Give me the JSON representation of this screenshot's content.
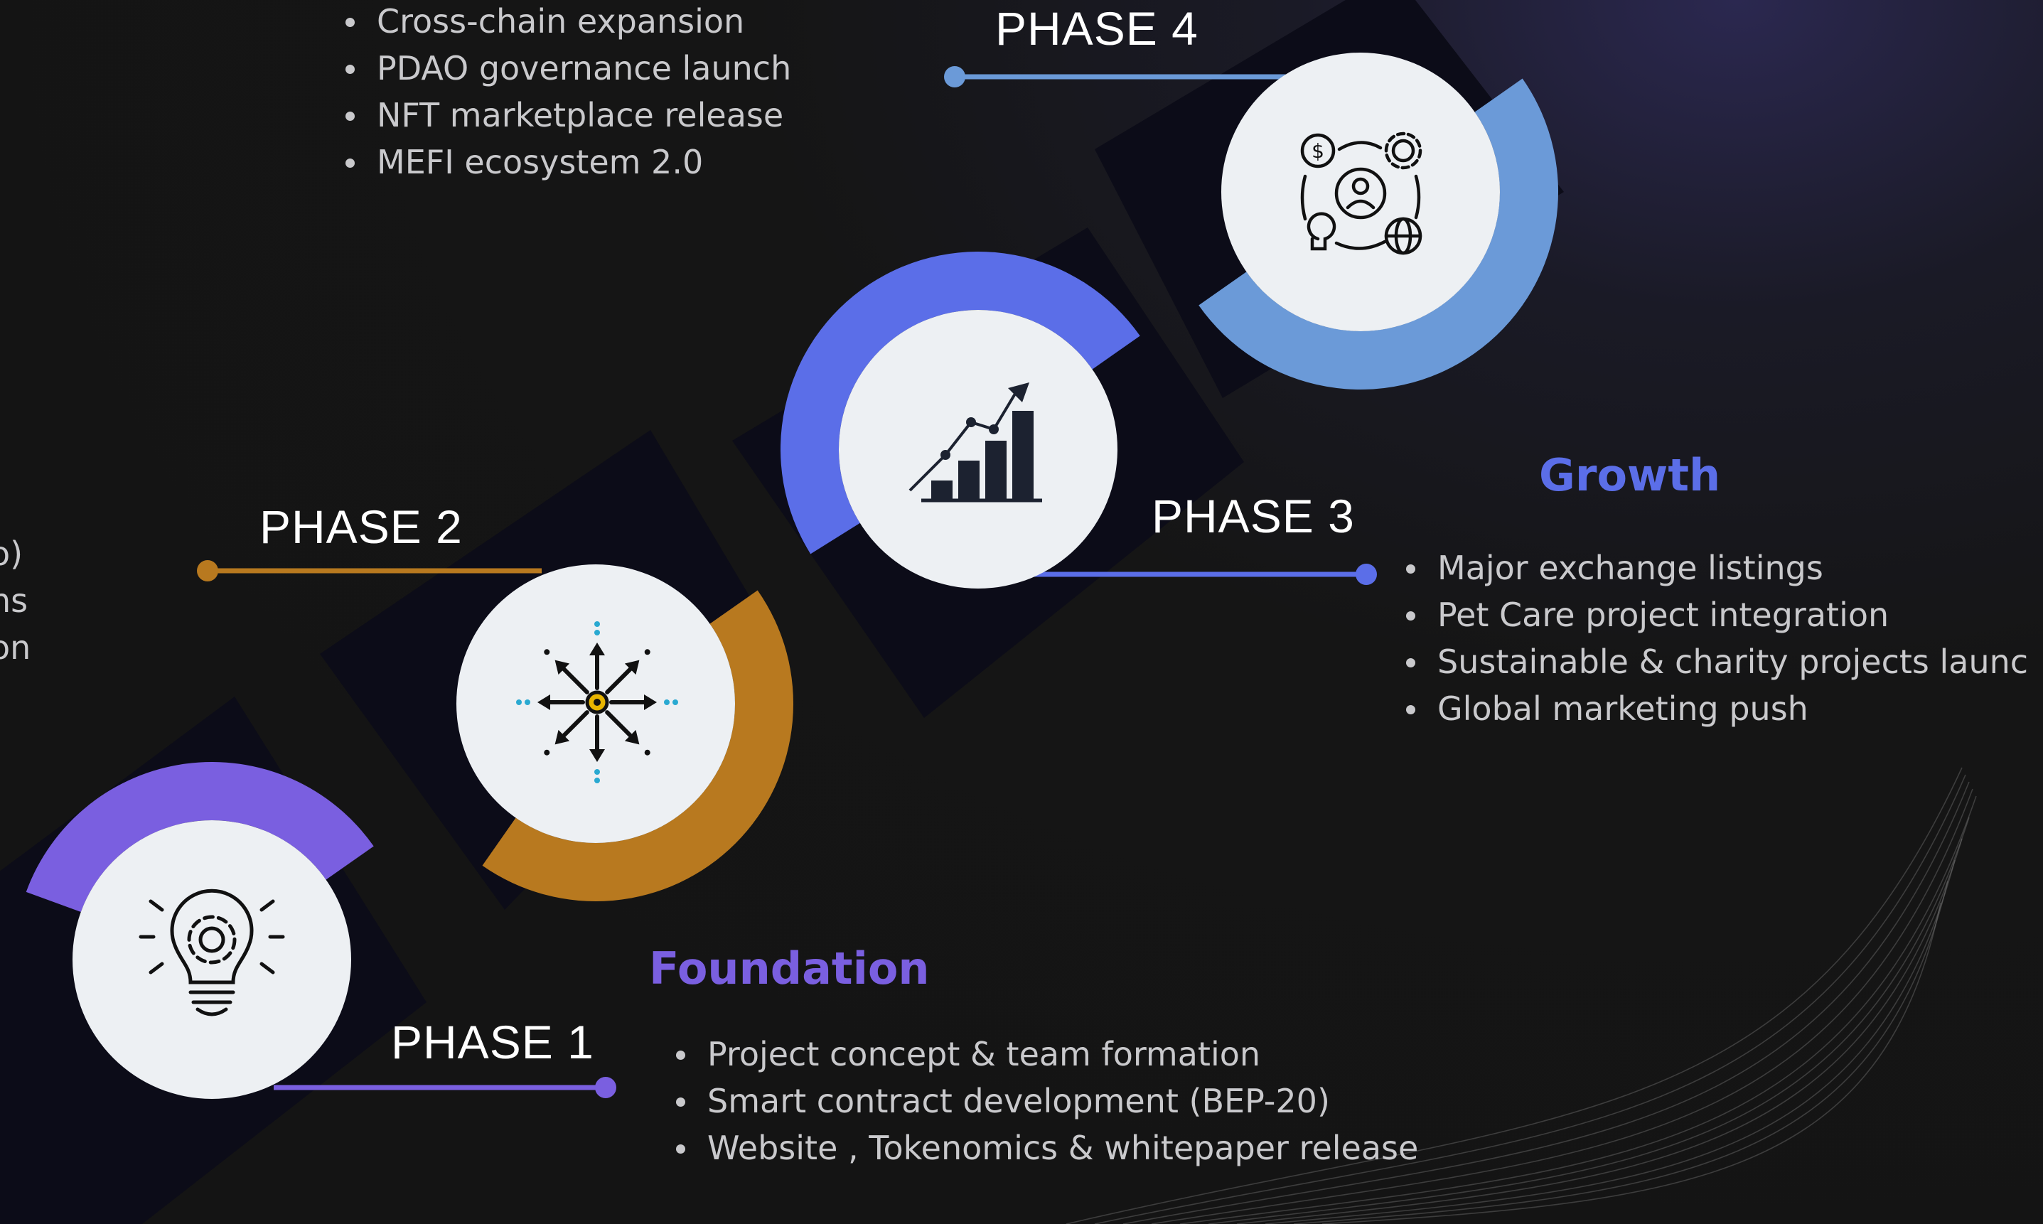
{
  "phases": [
    {
      "label": "PHASE 1",
      "color": "#7a5fe0",
      "icon": "lightbulb-gear-icon"
    },
    {
      "label": "PHASE 2",
      "color": "#b8791f",
      "icon": "expansion-arrows-icon"
    },
    {
      "label": "PHASE 3",
      "color": "#5b6ee8",
      "icon": "growth-chart-icon"
    },
    {
      "label": "PHASE 4",
      "color": "#6b9ad8",
      "icon": "ecosystem-cycle-icon"
    }
  ],
  "foundation": {
    "title": "Foundation",
    "color": "#7a5fe0",
    "items": [
      "Project concept & team formation",
      "Smart contract development (BEP-20)",
      "Website , Tokenomics & whitepaper release"
    ]
  },
  "growth": {
    "title": "Growth",
    "color": "#5b6ee8",
    "items": [
      "Major exchange listings",
      "Pet Care project integration",
      "Sustainable & charity projects launc",
      "Global marketing push"
    ]
  },
  "phase4_points": {
    "items": [
      "Cross-chain expansion",
      "PDAO governance launch",
      "NFT marketplace release",
      "MEFI ecosystem 2.0"
    ]
  },
  "phase2_points_fragments": [
    "o)",
    "ns",
    "on"
  ]
}
